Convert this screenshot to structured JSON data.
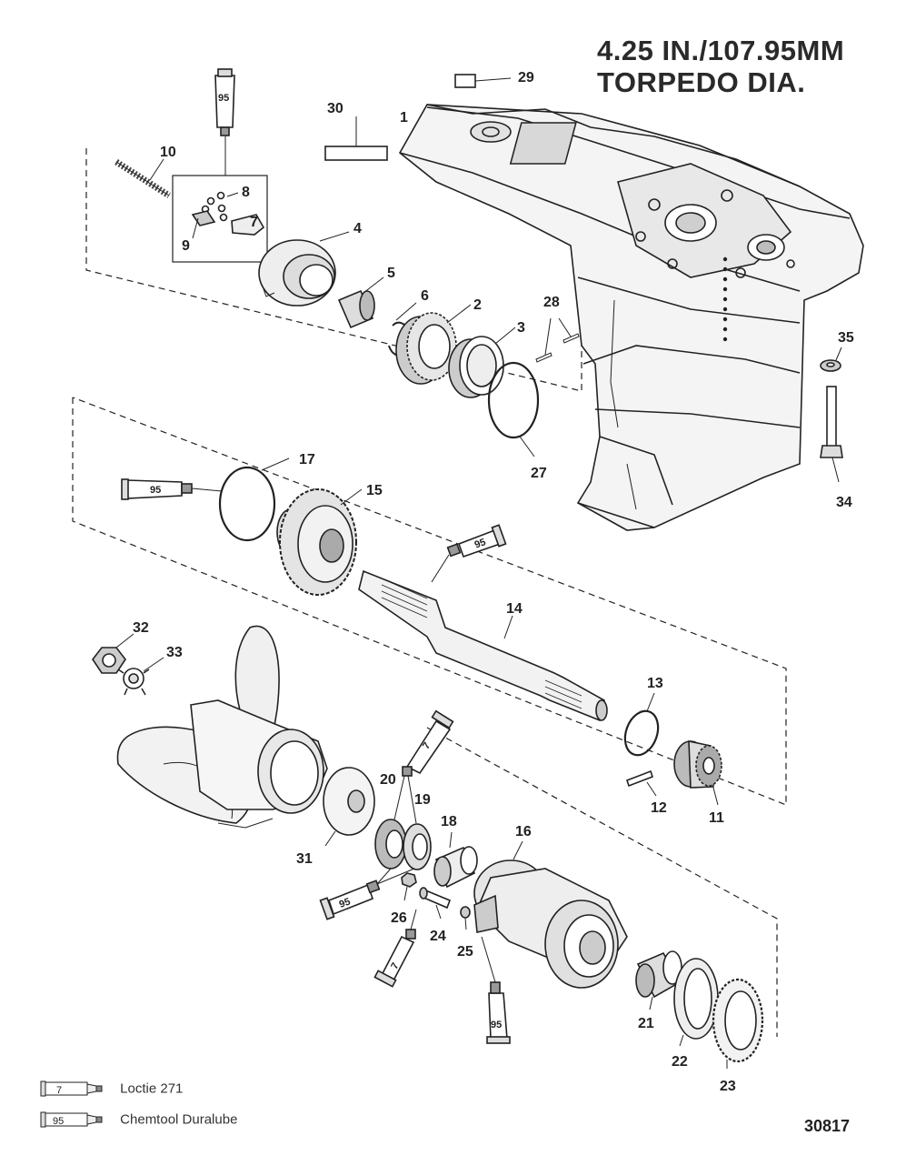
{
  "title": {
    "line1": "4.25 IN./107.95MM",
    "line2": "TORPEDO DIA."
  },
  "figure_number": "30817",
  "legend": [
    {
      "code": "7",
      "label": "Loctie 271"
    },
    {
      "code": "95",
      "label": "Chemtool Duralube"
    }
  ],
  "callouts": {
    "c1": "1",
    "c2": "2",
    "c3": "3",
    "c4": "4",
    "c5": "5",
    "c6": "6",
    "c7": "7",
    "c8": "8",
    "c9": "9",
    "c10": "10",
    "c11": "11",
    "c12": "12",
    "c13": "13",
    "c14": "14",
    "c15": "15",
    "c16": "16",
    "c17": "17",
    "c18": "18",
    "c19": "19",
    "c20": "20",
    "c21": "21",
    "c22": "22",
    "c23": "23",
    "c24": "24",
    "c25": "25",
    "c26": "26",
    "c27": "27",
    "c28": "28",
    "c29": "29",
    "c30": "30",
    "c31": "31",
    "c32": "32",
    "c33": "33",
    "c34": "34",
    "c35": "35"
  },
  "tubes": {
    "t7": "7",
    "t95": "95"
  }
}
